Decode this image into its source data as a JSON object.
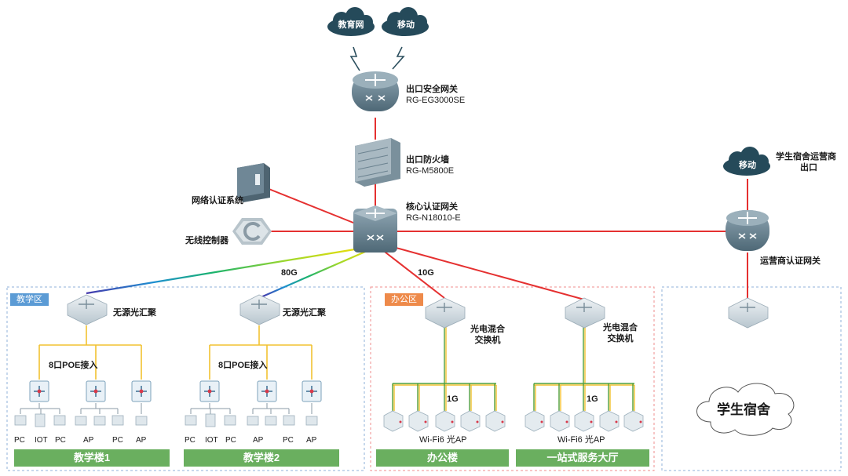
{
  "clouds": {
    "edu": "教育网",
    "mobile_top": "移动",
    "mobile_right": "移动",
    "dorm": "学生宿舍"
  },
  "devices": {
    "egress_gateway": {
      "name": "出口安全网关",
      "model": "RG-EG3000SE"
    },
    "firewall": {
      "name": "出口防火墙",
      "model": "RG-M5800E"
    },
    "core_gateway": {
      "name": "核心认证网关",
      "model": "RG-N18010-E"
    },
    "auth_system": {
      "name": "网络认证系统"
    },
    "wireless_ctrl": {
      "name": "无线控制器"
    },
    "carrier_gateway": {
      "name": "运营商认证网关"
    },
    "dorm_exit": {
      "line1": "学生宿舍运营商",
      "line2": "出口"
    }
  },
  "links": {
    "speed_80g": "80G",
    "speed_10g": "10G",
    "poe_1": "8口POE接入",
    "poe_2": "8口POE接入",
    "uplink_1g_a": "1G",
    "uplink_1g_b": "1G"
  },
  "zones": {
    "teaching": "教学区",
    "office": "办公区"
  },
  "switch_labels": {
    "passive_1": "无源光汇聚",
    "passive_2": "无源光汇聚",
    "hybrid_1_l1": "光电混合",
    "hybrid_1_l2": "交换机",
    "hybrid_2_l1": "光电混合",
    "hybrid_2_l2": "交换机"
  },
  "endpoints": {
    "b1": [
      "PC",
      "IOT",
      "PC",
      "AP",
      "PC",
      "AP"
    ],
    "b2": [
      "PC",
      "IOT",
      "PC",
      "AP",
      "PC",
      "AP"
    ],
    "office_ap": "Wi-Fi6  光AP",
    "hall_ap": "Wi-Fi6  光AP"
  },
  "buildings": {
    "b1": "教学楼1",
    "b2": "教学楼2",
    "office": "办公楼",
    "hall": "一站式服务大厅"
  },
  "colors": {
    "red_link": "#e53030",
    "yellow_link": "#f2c230",
    "green_link": "#4f9e3a",
    "cloud": "#254a5a",
    "device": "#5d7886",
    "teaching_tag": "#5b9bd5",
    "office_tag": "#ee8a4a",
    "bar_green": "#6aaf5f"
  }
}
